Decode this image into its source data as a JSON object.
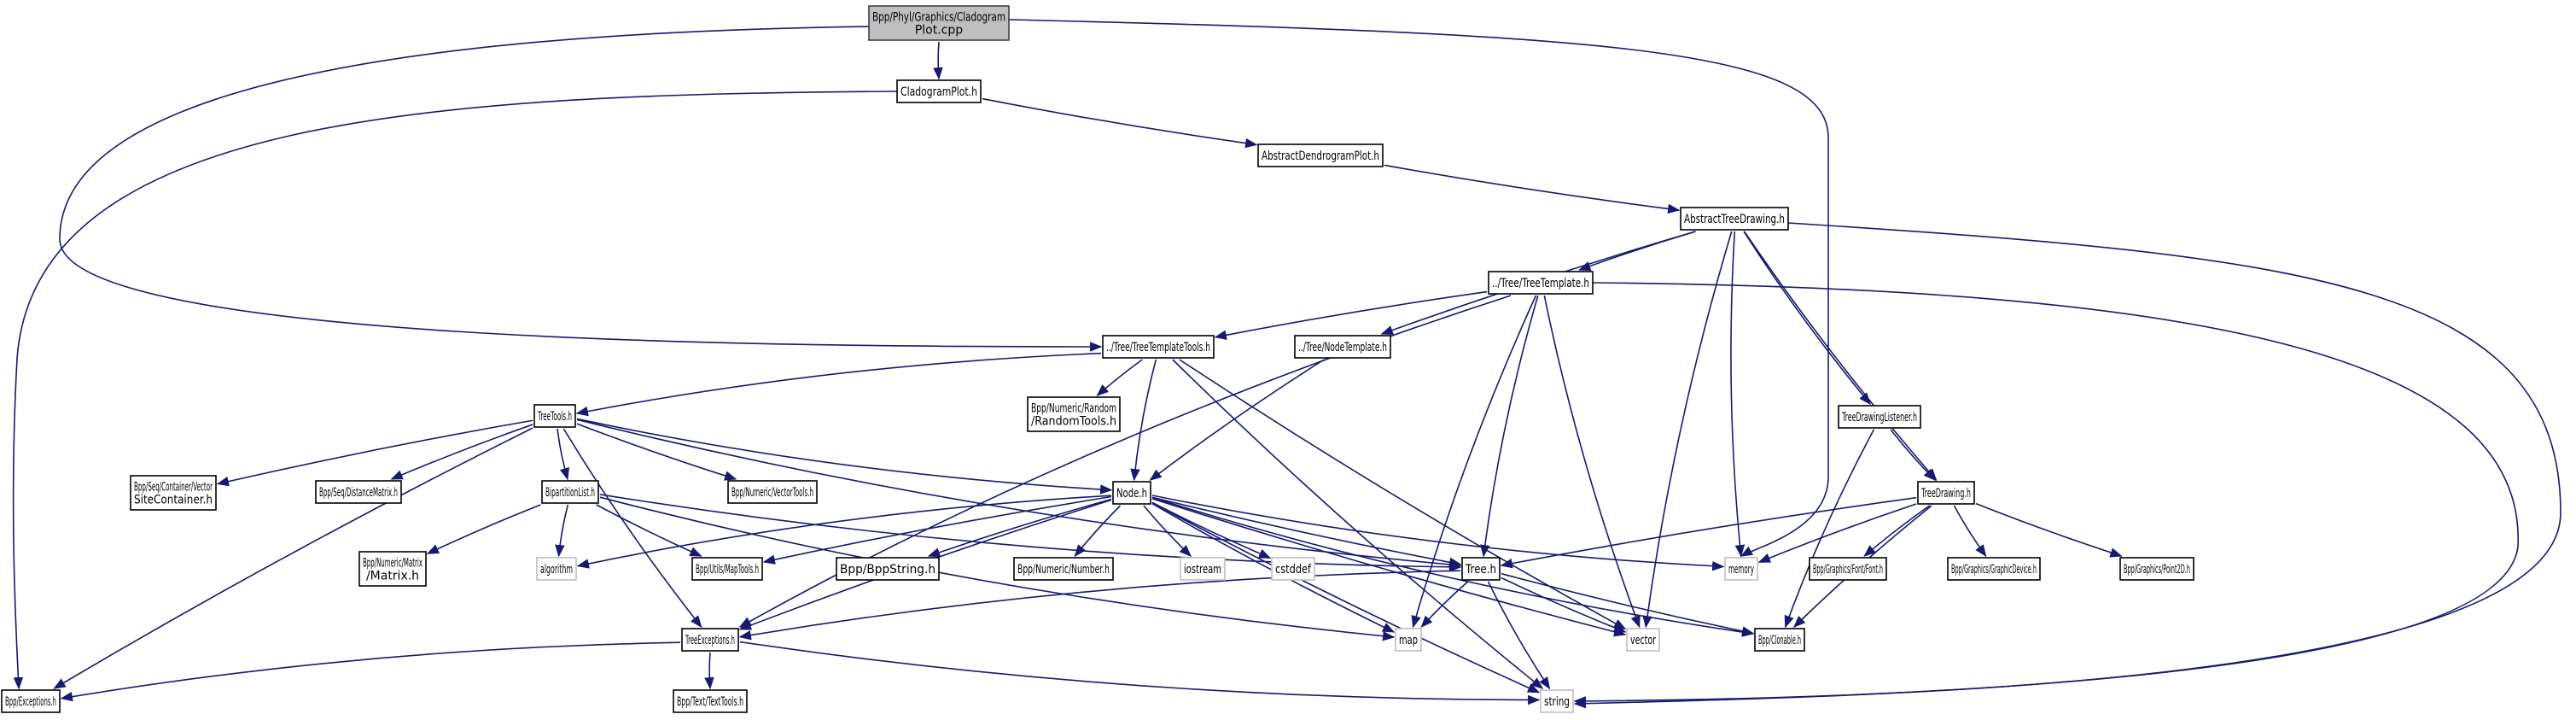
{
  "diagram": {
    "type": "include-dependency-graph",
    "colors": {
      "edge": "#191970",
      "root_fill": "#bfbfbf",
      "node_border": "#000000",
      "system_border": "#bfbfbf"
    },
    "nodes": [
      {
        "id": "root",
        "label": "Bpp/Phyl/Graphics/Cladogram\nPlot.cpp",
        "kind": "root"
      },
      {
        "id": "cladogramplot",
        "label": "CladogramPlot.h",
        "kind": "file"
      },
      {
        "id": "abstractdendro",
        "label": "AbstractDendrogramPlot.h",
        "kind": "file"
      },
      {
        "id": "abstracttreedrawing",
        "label": "AbstractTreeDrawing.h",
        "kind": "file"
      },
      {
        "id": "treetemplate",
        "label": "../Tree/TreeTemplate.h",
        "kind": "file"
      },
      {
        "id": "treetemplatetools",
        "label": "../Tree/TreeTemplateTools.h",
        "kind": "file"
      },
      {
        "id": "nodetemplate",
        "label": "../Tree/NodeTemplate.h",
        "kind": "file"
      },
      {
        "id": "randomtools",
        "label": "Bpp/Numeric/Random\n/RandomTools.h",
        "kind": "file"
      },
      {
        "id": "treetools",
        "label": "TreeTools.h",
        "kind": "file"
      },
      {
        "id": "vectorsitecontainer",
        "label": "Bpp/Seq/Container/Vector\nSiteContainer.h",
        "kind": "file"
      },
      {
        "id": "distancematrix",
        "label": "Bpp/Seq/DistanceMatrix.h",
        "kind": "file"
      },
      {
        "id": "bipartitionlist",
        "label": "BipartitionList.h",
        "kind": "file"
      },
      {
        "id": "vectortools",
        "label": "Bpp/Numeric/VectorTools.h",
        "kind": "file"
      },
      {
        "id": "node",
        "label": "Node.h",
        "kind": "file"
      },
      {
        "id": "treedrawinglistener",
        "label": "TreeDrawingListener.h",
        "kind": "file"
      },
      {
        "id": "treedrawing",
        "label": "TreeDrawing.h",
        "kind": "file"
      },
      {
        "id": "matrix",
        "label": "Bpp/Numeric/Matrix\n/Matrix.h",
        "kind": "file"
      },
      {
        "id": "algorithm",
        "label": "algorithm",
        "kind": "system"
      },
      {
        "id": "maptools",
        "label": "Bpp/Utils/MapTools.h",
        "kind": "file"
      },
      {
        "id": "bppstring",
        "label": "Bpp/BppString.h",
        "kind": "file"
      },
      {
        "id": "number",
        "label": "Bpp/Numeric/Number.h",
        "kind": "file"
      },
      {
        "id": "iostream",
        "label": "iostream",
        "kind": "system"
      },
      {
        "id": "cstddef",
        "label": "cstddef",
        "kind": "system"
      },
      {
        "id": "tree",
        "label": "Tree.h",
        "kind": "file"
      },
      {
        "id": "memory",
        "label": "memory",
        "kind": "system"
      },
      {
        "id": "font",
        "label": "Bpp/Graphics/Font/Font.h",
        "kind": "file"
      },
      {
        "id": "graphicdevice",
        "label": "Bpp/Graphics/GraphicDevice.h",
        "kind": "file"
      },
      {
        "id": "point2d",
        "label": "Bpp/Graphics/Point2D.h",
        "kind": "file"
      },
      {
        "id": "treeexceptions",
        "label": "TreeExceptions.h",
        "kind": "file"
      },
      {
        "id": "map",
        "label": "map",
        "kind": "system"
      },
      {
        "id": "vector",
        "label": "vector",
        "kind": "system"
      },
      {
        "id": "clonable",
        "label": "Bpp/Clonable.h",
        "kind": "file"
      },
      {
        "id": "exceptions",
        "label": "Bpp/Exceptions.h",
        "kind": "file"
      },
      {
        "id": "texttools",
        "label": "Bpp/Text/TextTools.h",
        "kind": "file"
      },
      {
        "id": "string",
        "label": "string",
        "kind": "system"
      }
    ],
    "edges": [
      [
        "root",
        "cladogramplot"
      ],
      [
        "root",
        "treetemplatetools"
      ],
      [
        "root",
        "memory"
      ],
      [
        "cladogramplot",
        "abstractdendro"
      ],
      [
        "cladogramplot",
        "exceptions"
      ],
      [
        "abstractdendro",
        "abstracttreedrawing"
      ],
      [
        "abstracttreedrawing",
        "treetemplate"
      ],
      [
        "abstracttreedrawing",
        "nodetemplate"
      ],
      [
        "abstracttreedrawing",
        "treedrawinglistener"
      ],
      [
        "abstracttreedrawing",
        "treedrawing"
      ],
      [
        "abstracttreedrawing",
        "memory"
      ],
      [
        "abstracttreedrawing",
        "vector"
      ],
      [
        "abstracttreedrawing",
        "string"
      ],
      [
        "treetemplate",
        "treetemplatetools"
      ],
      [
        "treetemplate",
        "tree"
      ],
      [
        "treetemplate",
        "treeexceptions"
      ],
      [
        "treetemplate",
        "map"
      ],
      [
        "treetemplate",
        "vector"
      ],
      [
        "treetemplate",
        "string"
      ],
      [
        "treetemplatetools",
        "treetools"
      ],
      [
        "treetemplatetools",
        "randomtools"
      ],
      [
        "treetemplatetools",
        "node"
      ],
      [
        "treetemplatetools",
        "vector"
      ],
      [
        "treetemplatetools",
        "string"
      ],
      [
        "nodetemplate",
        "node"
      ],
      [
        "treetools",
        "vectorsitecontainer"
      ],
      [
        "treetools",
        "distancematrix"
      ],
      [
        "treetools",
        "bipartitionlist"
      ],
      [
        "treetools",
        "vectortools"
      ],
      [
        "treetools",
        "node"
      ],
      [
        "treetools",
        "tree"
      ],
      [
        "treetools",
        "treeexceptions"
      ],
      [
        "treetools",
        "exceptions"
      ],
      [
        "bipartitionlist",
        "matrix"
      ],
      [
        "bipartitionlist",
        "algorithm"
      ],
      [
        "bipartitionlist",
        "maptools"
      ],
      [
        "bipartitionlist",
        "tree"
      ],
      [
        "bipartitionlist",
        "map"
      ],
      [
        "node",
        "algorithm"
      ],
      [
        "node",
        "maptools"
      ],
      [
        "node",
        "bppstring"
      ],
      [
        "node",
        "number"
      ],
      [
        "node",
        "iostream"
      ],
      [
        "node",
        "cstddef"
      ],
      [
        "node",
        "tree"
      ],
      [
        "node",
        "treeexceptions"
      ],
      [
        "node",
        "map"
      ],
      [
        "node",
        "vector"
      ],
      [
        "node",
        "clonable"
      ],
      [
        "node",
        "memory"
      ],
      [
        "node",
        "string"
      ],
      [
        "treedrawinglistener",
        "treedrawing"
      ],
      [
        "treedrawinglistener",
        "clonable"
      ],
      [
        "treedrawing",
        "tree"
      ],
      [
        "treedrawing",
        "memory"
      ],
      [
        "treedrawing",
        "clonable"
      ],
      [
        "treedrawing",
        "font"
      ],
      [
        "treedrawing",
        "graphicdevice"
      ],
      [
        "treedrawing",
        "point2d"
      ],
      [
        "tree",
        "treeexceptions"
      ],
      [
        "tree",
        "map"
      ],
      [
        "tree",
        "string"
      ],
      [
        "tree",
        "vector"
      ],
      [
        "tree",
        "clonable"
      ],
      [
        "treeexceptions",
        "exceptions"
      ],
      [
        "treeexceptions",
        "texttools"
      ],
      [
        "treeexceptions",
        "string"
      ]
    ]
  }
}
